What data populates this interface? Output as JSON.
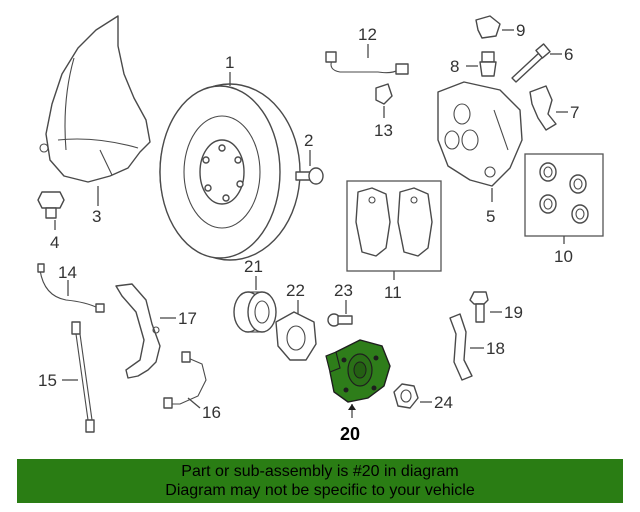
{
  "callouts": {
    "c1": "1",
    "c2": "2",
    "c3": "3",
    "c4": "4",
    "c5": "5",
    "c6": "6",
    "c7": "7",
    "c8": "8",
    "c9": "9",
    "c10": "10",
    "c11": "11",
    "c12": "12",
    "c13": "13",
    "c14": "14",
    "c15": "15",
    "c16": "16",
    "c17": "17",
    "c18": "18",
    "c19": "19",
    "c20": "20",
    "c21": "21",
    "c22": "22",
    "c23": "23",
    "c24": "24"
  },
  "highlighted_part": "20",
  "highlight_color": "#2e7d1a",
  "banner": {
    "line1": "Part or sub-assembly is #20 in diagram",
    "line2": "Diagram may not be specific to your vehicle",
    "color": "#2a7d14"
  }
}
